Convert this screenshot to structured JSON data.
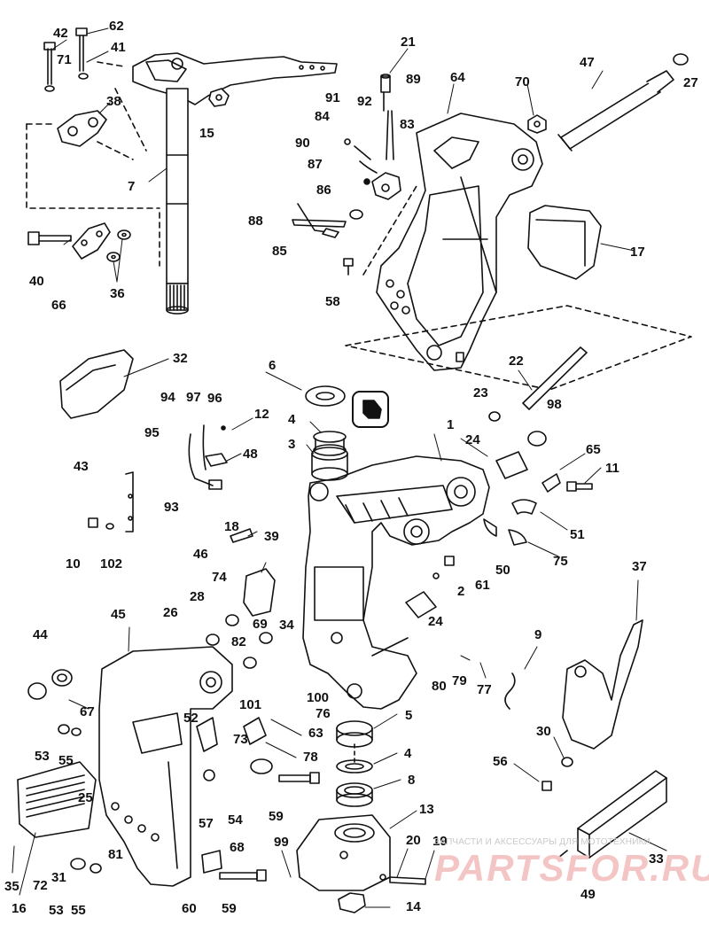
{
  "diagram": {
    "callouts": [
      "42",
      "62",
      "71",
      "41",
      "38",
      "15",
      "7",
      "40",
      "66",
      "36",
      "21",
      "91",
      "92",
      "89",
      "84",
      "83",
      "90",
      "87",
      "86",
      "88",
      "85",
      "58",
      "64",
      "70",
      "47",
      "27",
      "17",
      "32",
      "22",
      "23",
      "98",
      "6",
      "94",
      "97",
      "96",
      "95",
      "12",
      "48",
      "93",
      "4",
      "3",
      "1",
      "24",
      "65",
      "11",
      "43",
      "10",
      "102",
      "18",
      "46",
      "39",
      "74",
      "51",
      "50",
      "75",
      "61",
      "2",
      "28",
      "26",
      "45",
      "82",
      "69",
      "34",
      "44",
      "67",
      "101",
      "100",
      "76",
      "52",
      "73",
      "63",
      "53",
      "55",
      "78",
      "5",
      "9",
      "37",
      "80",
      "79",
      "77",
      "30",
      "56",
      "57",
      "54",
      "59",
      "8",
      "13",
      "25",
      "81",
      "20",
      "19",
      "33",
      "35",
      "16",
      "72",
      "31",
      "60",
      "68",
      "99",
      "49",
      "14"
    ],
    "watermark": {
      "line": "ЗАПЧАСТИ И АКСЕССУАРЫ ДЛЯ МОТОТЕХНИКИ",
      "logo": "PARTSFOR.RU"
    }
  }
}
